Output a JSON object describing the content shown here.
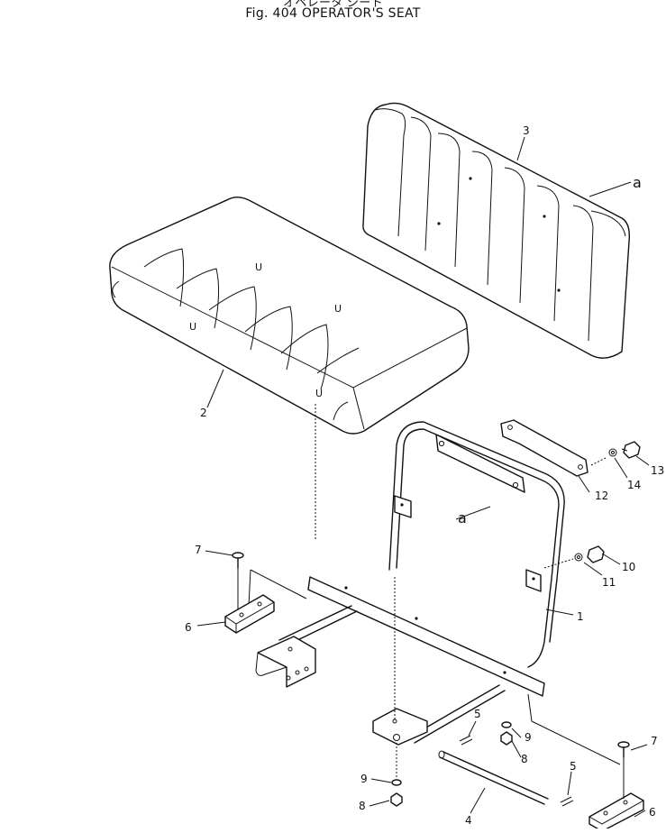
{
  "figure": {
    "title_japanese": "オペレータ シート",
    "title": "Fig. 404  OPERATOR'S SEAT"
  },
  "callouts": [
    {
      "id": "c1",
      "text": "1"
    },
    {
      "id": "c2",
      "text": "2"
    },
    {
      "id": "c3",
      "text": "3"
    },
    {
      "id": "c4",
      "text": "4"
    },
    {
      "id": "c5a",
      "text": "5"
    },
    {
      "id": "c5b",
      "text": "5"
    },
    {
      "id": "c6a",
      "text": "6"
    },
    {
      "id": "c6b",
      "text": "6"
    },
    {
      "id": "c7a",
      "text": "7"
    },
    {
      "id": "c7b",
      "text": "7"
    },
    {
      "id": "c8a",
      "text": "8"
    },
    {
      "id": "c8b",
      "text": "8"
    },
    {
      "id": "c9a",
      "text": "9"
    },
    {
      "id": "c9b",
      "text": "9"
    },
    {
      "id": "c10",
      "text": "10"
    },
    {
      "id": "c11",
      "text": "11"
    },
    {
      "id": "c12",
      "text": "12"
    },
    {
      "id": "c13",
      "text": "13"
    },
    {
      "id": "c14",
      "text": "14"
    },
    {
      "id": "ca1",
      "text": "a"
    },
    {
      "id": "ca2",
      "text": "a"
    }
  ]
}
